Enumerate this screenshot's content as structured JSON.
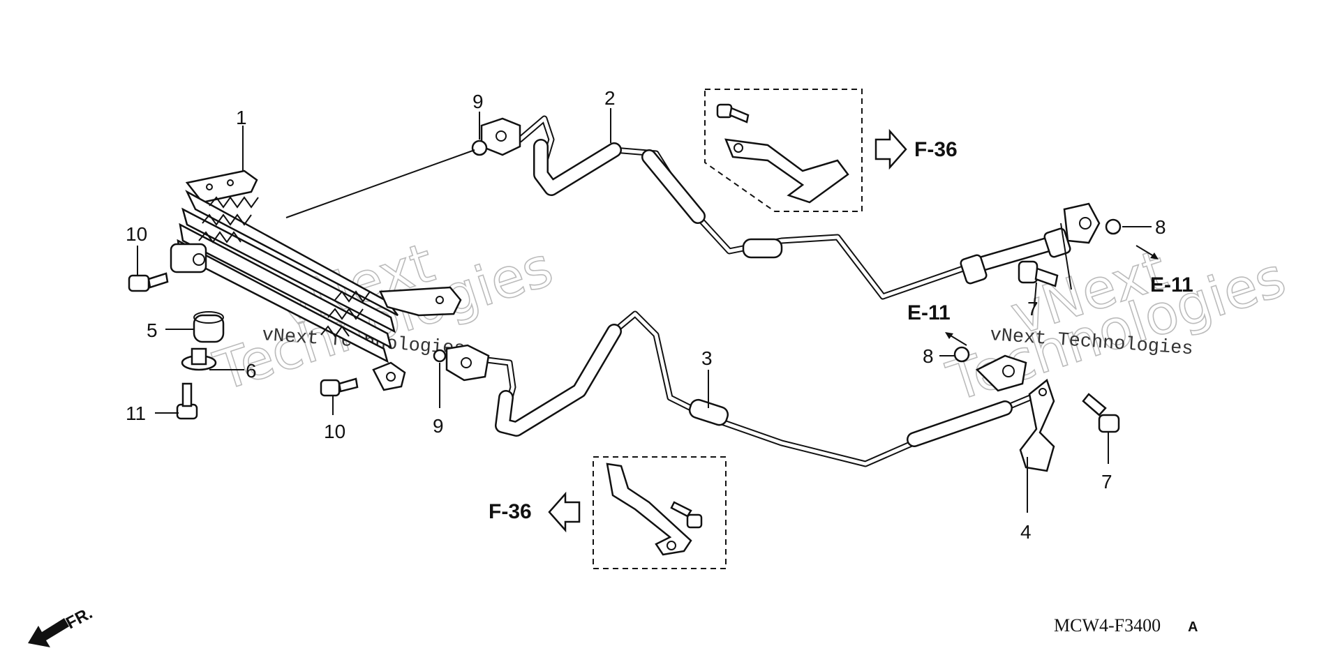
{
  "callouts": {
    "c1": "1",
    "c2": "2",
    "c3": "3",
    "c4": "4",
    "c5": "5",
    "c6": "6",
    "c7a": "7",
    "c7b": "7",
    "c8a": "8",
    "c8b": "8",
    "c9a": "9",
    "c9b": "9",
    "c10a": "10",
    "c10b": "10",
    "c11": "11"
  },
  "refs": {
    "f36_top": "F-36",
    "f36_bottom": "F-36",
    "e11_right": "E-11",
    "e11_mid": "E-11"
  },
  "front_marker": "FR.",
  "diagram_code": "MCW4-F3400",
  "diagram_code_suffix": "A",
  "watermark": {
    "line1": "vNext",
    "line2": "Technologies",
    "caption": "vNext Technologies"
  }
}
